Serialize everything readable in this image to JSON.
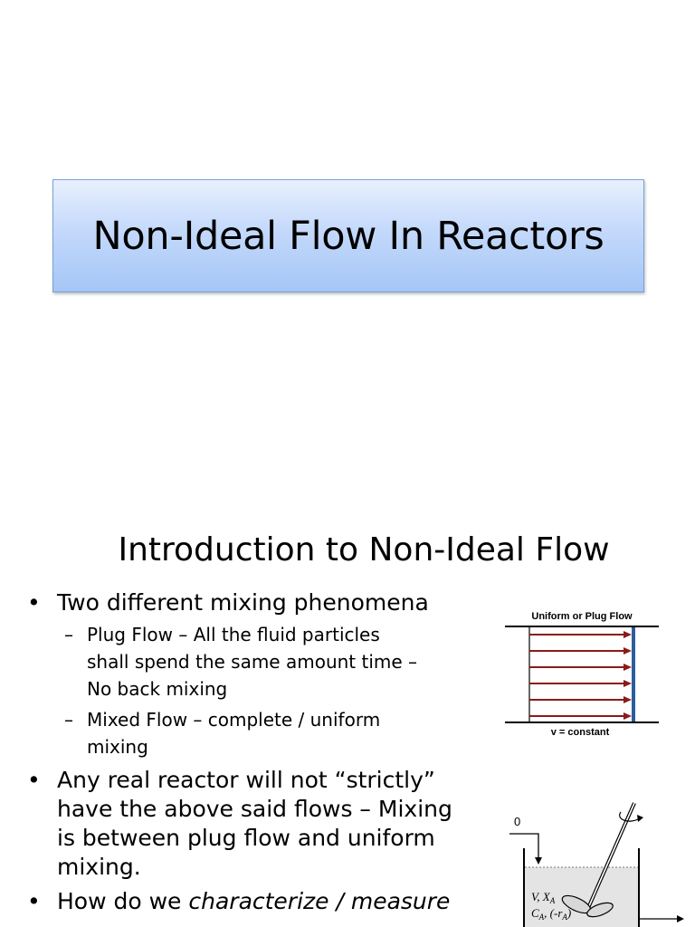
{
  "slide1": {
    "title": "Non-Ideal Flow In Reactors"
  },
  "slide2": {
    "title": "Introduction to Non-Ideal Flow",
    "bullets": [
      {
        "text": "Two different mixing phenomena",
        "subs": [
          {
            "line1": "Plug Flow – All the fluid particles",
            "line2": "shall spend the same amount time –",
            "line3": "No back mixing"
          },
          {
            "line1": "Mixed Flow – complete / uniform",
            "line2": "mixing"
          }
        ]
      },
      {
        "line1": "Any real reactor will not “strictly”",
        "line2": "have the above said flows – Mixing",
        "line3": "is between plug flow and uniform",
        "line4": "mixing."
      },
      {
        "lead": "How do we ",
        "emph": "characterize / measure"
      }
    ],
    "plug_flow_figure": {
      "title": "Uniform or Plug Flow",
      "caption": "v = constant",
      "arrow_color": "#8b1a1a",
      "front_color": "#2d5e9e"
    },
    "cstr_figure": {
      "inlet_label": "0",
      "label1": "V, X",
      "label1_sub": "A",
      "label2": "C",
      "label2_sub": "A",
      "label2_rest": ", (-r",
      "label2_sub2": "A",
      "label2_end": ")"
    }
  }
}
